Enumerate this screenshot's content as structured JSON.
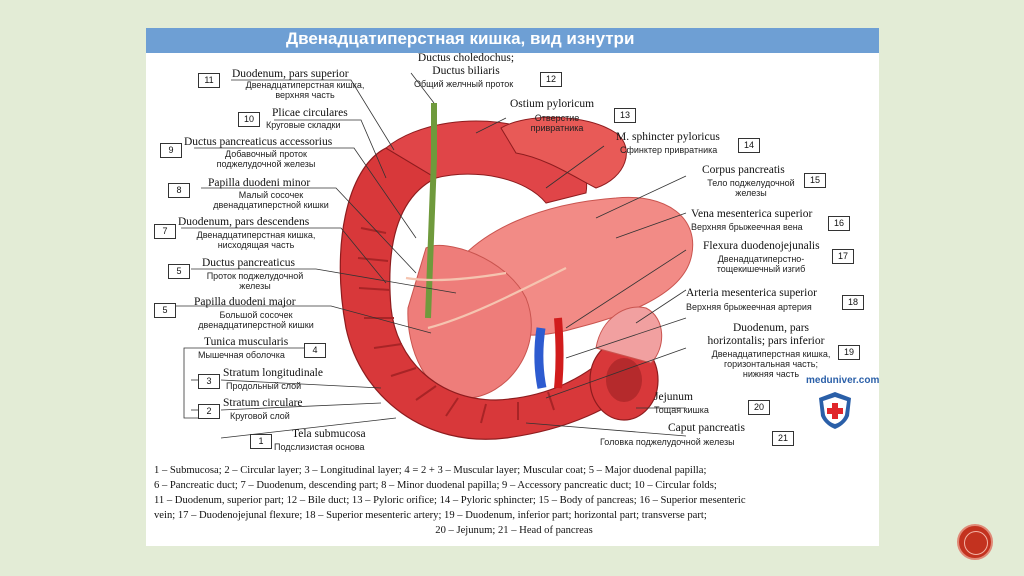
{
  "title": "Двенадцатиперстная кишка, вид изнутри",
  "brand": "meduniver.com",
  "labels": {
    "n1": {
      "num": "1",
      "lat": "Tela submucosa",
      "rus": "Подслизистая основа"
    },
    "n2": {
      "num": "2",
      "lat": "Stratum circulare",
      "rus": "Круговой слой"
    },
    "n3": {
      "num": "3",
      "lat": "Stratum longitudinale",
      "rus": "Продольный слой"
    },
    "n4": {
      "num": "4",
      "lat": "Tunica muscularis",
      "rus": "Мышечная оболочка"
    },
    "n5": {
      "num": "5",
      "lat": "Papilla duodeni major",
      "rus1": "Большой сосочек",
      "rus2": "двенадцатиперстной кишки"
    },
    "n6": {
      "num": "5",
      "lat": "Ductus pancreaticus",
      "rus1": "Проток поджелудочной",
      "rus2": "железы"
    },
    "n7": {
      "num": "7",
      "lat": "Duodenum, pars descendens",
      "rus1": "Двенадцатиперстная кишка,",
      "rus2": "нисходящая часть"
    },
    "n8": {
      "num": "8",
      "lat": "Papilla duodeni minor",
      "rus1": "Малый сосочек",
      "rus2": "двенадцатиперстной кишки"
    },
    "n9": {
      "num": "9",
      "lat": "Ductus pancreaticus accessorius",
      "rus1": "Добавочный проток",
      "rus2": "поджелудочной железы"
    },
    "n10": {
      "num": "10",
      "lat": "Plicae circulares",
      "rus": "Круговые складки"
    },
    "n11": {
      "num": "11",
      "lat": "Duodenum, pars superior",
      "rus1": "Двенадцатиперстная кишка,",
      "rus2": "верхняя часть"
    },
    "n12": {
      "num": "12",
      "lat1": "Ductus choledochus;",
      "lat2": "Ductus biliaris",
      "rus": "Общий желчный проток"
    },
    "n13": {
      "num": "13",
      "lat": "Ostium pyloricum",
      "rus1": "Отверстие",
      "rus2": "привратника"
    },
    "n14": {
      "num": "14",
      "lat": "M. sphincter pyloricus",
      "rus": "Сфинктер привратника"
    },
    "n15": {
      "num": "15",
      "lat": "Corpus pancreatis",
      "rus1": "Тело поджелудочной",
      "rus2": "железы"
    },
    "n16": {
      "num": "16",
      "lat": "Vena mesenterica superior",
      "rus": "Верхняя брыжеечная вена"
    },
    "n17": {
      "num": "17",
      "lat": "Flexura duodenojejunalis",
      "rus1": "Двенадцатиперстно-",
      "rus2": "тощекишечный изгиб"
    },
    "n18": {
      "num": "18",
      "lat": "Arteria mesenterica superior",
      "rus": "Верхняя брыжеечная артерия"
    },
    "n19": {
      "num": "19",
      "lat1": "Duodenum, pars",
      "lat2": "horizontalis; pars inferior",
      "rus1": "Двенадцатиперстная кишка,",
      "rus2": "горизонтальная часть;",
      "rus3": "нижняя часть"
    },
    "n20": {
      "num": "20",
      "lat": "Jejunum",
      "rus": "Тощая кишка"
    },
    "n21": {
      "num": "21",
      "lat": "Caput pancreatis",
      "rus": "Головка поджелудочной железы"
    }
  },
  "legend": {
    "line1": "1 – Submucosa; 2 – Circular layer; 3 – Longitudinal layer; 4 = 2 + 3 – Muscular layer; Muscular coat; 5 – Major duodenal papilla;",
    "line2": "6 – Pancreatic duct; 7 – Duodenum, descending part; 8 – Minor duodenal papilla; 9 – Accessory pancreatic duct; 10 – Circular folds;",
    "line3": "11 – Duodenum, superior part; 12 – Bile duct; 13 – Pyloric orifice; 14 – Pyloric sphincter; 15 – Body of pancreas; 16 – Superior mesenteric",
    "line4": "vein; 17 – Duodenojejunal flexure; 18 – Superior mesenteric artery; 19 – Duodenum, inferior part; horizontal part; transverse part;",
    "line5": "20 – Jejunum; 21 – Head of pancreas"
  },
  "colors": {
    "background": "#e3ecd6",
    "title_bar": "#6e9fd4",
    "tissue": "#d8383a",
    "pancreas": "#f07a7a",
    "nav_button": "#c3321f"
  }
}
